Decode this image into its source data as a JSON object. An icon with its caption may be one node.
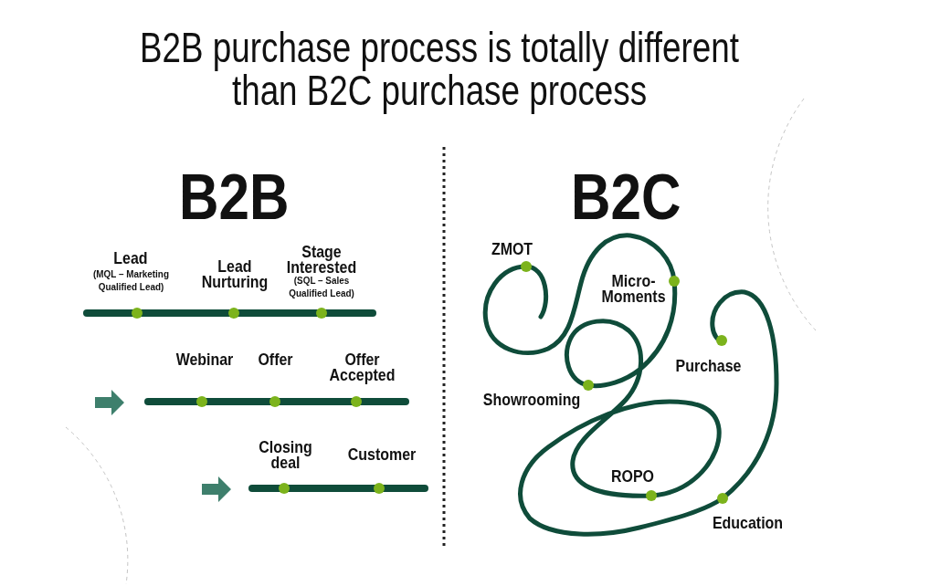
{
  "diagram": {
    "title": "B2B purchase process is totally different than B2C purchase process",
    "labels": [
      "B2B",
      "B2C",
      "Lead",
      "(MQL – Marketing Qualified Lead)",
      "Lead Nurturing",
      "Stage Interested",
      "(SQL – Sales Qualified Lead)",
      "Webinar",
      "Offer",
      "Offer Accepted",
      "Closing deal",
      "Customer",
      "ZMOT",
      "Micro-Moments",
      "Purchase",
      "Showrooming",
      "ROPO",
      "Education"
    ]
  }
}
